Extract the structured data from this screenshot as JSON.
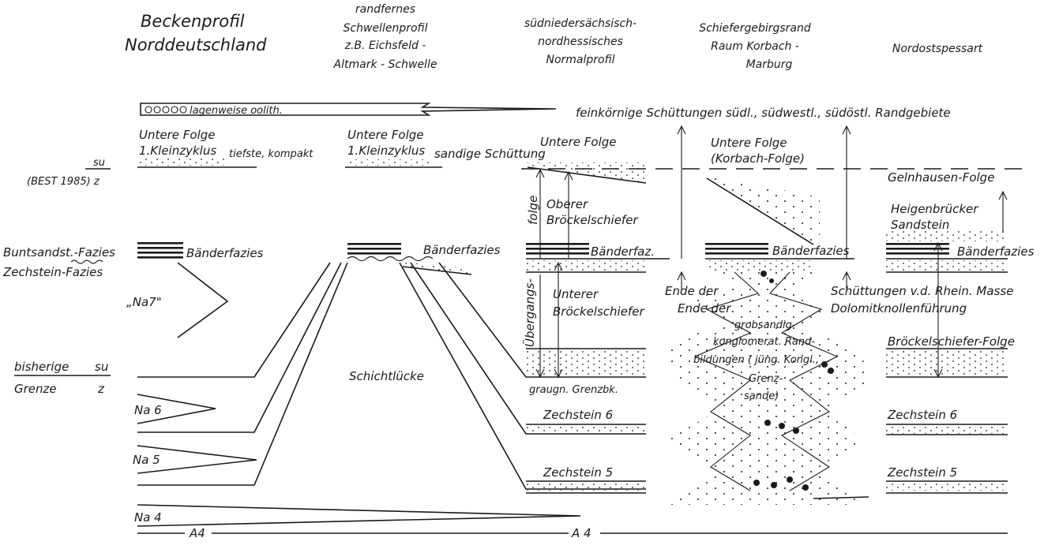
{
  "columns": {
    "col1": {
      "line1": "Beckenprofil",
      "line2": "Norddeutschland"
    },
    "col2": {
      "line1": "randfernes",
      "line2": "Schwellenprofil",
      "line3": "z.B. Eichsfeld -",
      "line4": "Altmark - Schwelle"
    },
    "col3": {
      "line1": "südniedersächsisch-",
      "line2": "nordhessisches",
      "line3": "Normalprofil"
    },
    "col4": {
      "line1": "Schiefergebirgsrand",
      "line2": "Raum  Korbach  -",
      "line3": "Marburg"
    },
    "col5": {
      "line1": "Nordostspessart"
    }
  },
  "labels": {
    "oolith": "lagenweise oolith.",
    "feinkoernig": "feinkörnige  Schüttungen  südl., südwestl., südöstl. Randgebiete",
    "uf1": "Untere  Folge",
    "kz1": "1.Kleinzyklus",
    "tiefste": "tiefste, kompakt",
    "uf2": "Untere  Folge",
    "kz2": "1.Kleinzyklus",
    "sandige": "sandige  Schüttung",
    "uf3": "Untere  Folge",
    "uf4": "Untere  Folge",
    "korbach": "(Korbach-Folge)",
    "su_top": "su",
    "best": "(BEST 1985) z",
    "gelnhausen": "Gelnhausen-Folge",
    "folge": "folge",
    "oberer1": "Oberer",
    "oberer2": "Bröckelschiefer",
    "heigen1": "Heigenbrücker",
    "heigen2": "Sandstein",
    "buntsandst": "Buntsandst.-Fazies",
    "zechsteinfazies": "Zechstein-Fazies",
    "baender1": "Bänderfazies",
    "baender2": "Bänderfazies",
    "baender3": "Bänderfaz.",
    "baender4": "Bänderfazies",
    "baender5": "Bänderfazies",
    "uebergangs": "Übergangs-",
    "unterer1": "Unterer",
    "unterer2": "Bröckelschiefer",
    "ende1": "Ende der",
    "ende2": "Ende der",
    "grob1": "grobsandig-",
    "grob2": "konglomerat. Rand-",
    "grob3": "bildungen ( jüng. Kongl.,",
    "grob4": "Grenz-",
    "grob5": "sande)",
    "schuett": "Schüttungen v.d. Rhein. Masse",
    "dolomit": "Dolomitknollenführung",
    "na7": "„Na7\"",
    "bisherige": "bisherige",
    "su_mid": "su",
    "grenze": "Grenze",
    "z_mid": "z",
    "schichtluecke": "Schichtlücke",
    "graugn": "graugn. Grenzbk.",
    "broeckelfolge": "Bröckelschiefer-Folge",
    "na6": "Na 6",
    "z6a": "Zechstein 6",
    "z6b": "Zechstein 6",
    "na5": "Na 5",
    "z5a": "Zechstein 5",
    "z5b": "Zechstein 5",
    "na4": "Na 4",
    "a4a": "A4",
    "a4b": "A 4"
  }
}
